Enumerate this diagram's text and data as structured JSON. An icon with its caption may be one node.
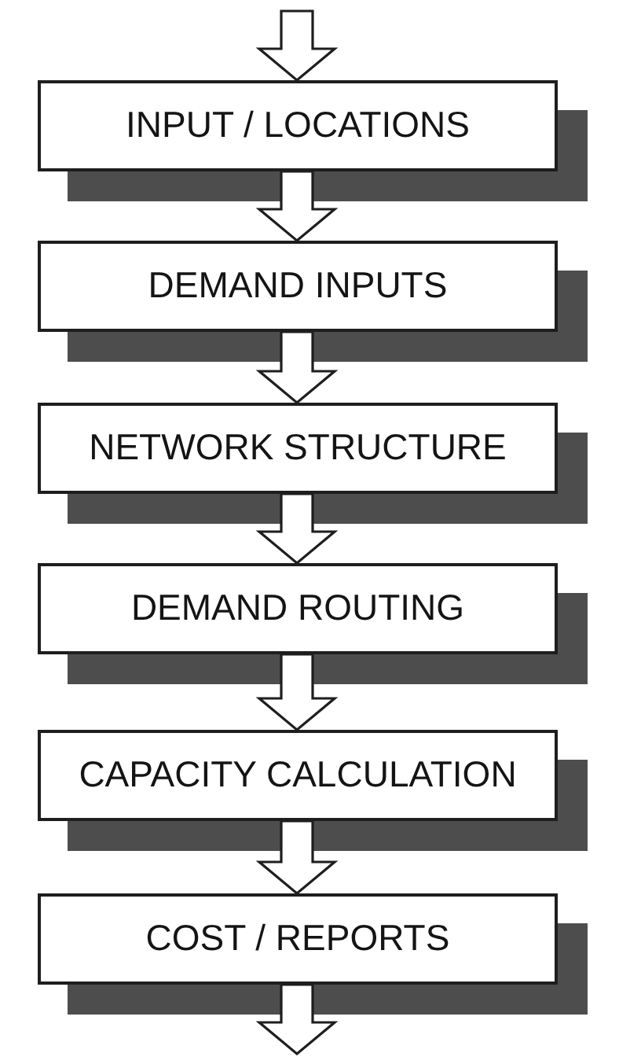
{
  "diagram": {
    "nodes": [
      {
        "text": [
          "INPUT / LOCATIONS"
        ]
      },
      {
        "text": [
          "DEMAND INPUTS"
        ]
      },
      {
        "text": [
          "NETWORK STRUCTURE"
        ]
      },
      {
        "text": [
          "DEMAND ROUTING"
        ]
      },
      {
        "text": [
          "CAPACITY CALCULATION"
        ]
      },
      {
        "text": [
          "COST / REPORTS"
        ]
      }
    ],
    "edges": [
      {
        "from": null,
        "to": 0,
        "arrow": "to"
      },
      {
        "from": 0,
        "to": 1,
        "arrow": "to"
      },
      {
        "from": 1,
        "to": 2,
        "arrow": "to"
      },
      {
        "from": 2,
        "to": 3,
        "arrow": "to"
      },
      {
        "from": 3,
        "to": 4,
        "arrow": "to"
      },
      {
        "from": 4,
        "to": 5,
        "arrow": "to"
      },
      {
        "from": 5,
        "to": null,
        "arrow": "to"
      }
    ]
  }
}
